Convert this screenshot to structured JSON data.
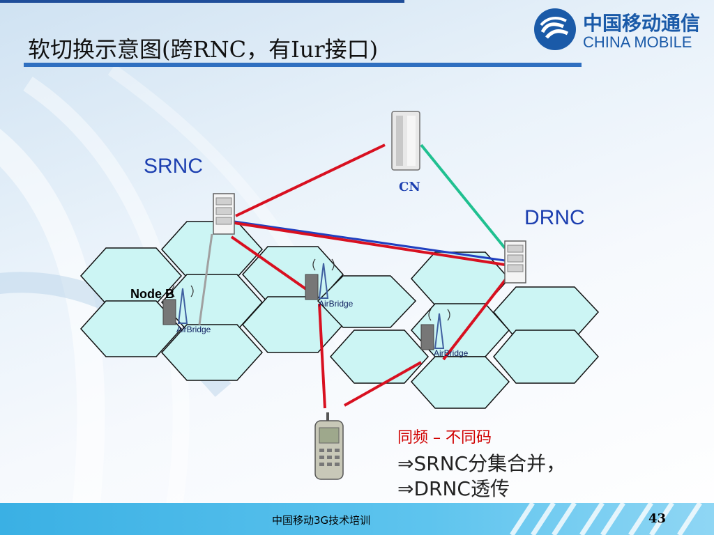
{
  "slide": {
    "title": "软切换示意图(跨RNC，有Iur接口)",
    "logo_cn": "中国移动通信",
    "logo_en": "CHINA MOBILE"
  },
  "diagram": {
    "srnc_label": "SRNC",
    "drnc_label": "DRNC",
    "cn_label": "CN",
    "nodeb_label": "Node B",
    "airbridge_labels": [
      "AirBridge",
      "AirBridge",
      "AirBridge"
    ]
  },
  "notes": {
    "line1": "同频 – 不同码",
    "line2": "⇒SRNC分集合并，",
    "line3": "⇒DRNC透传"
  },
  "footer": {
    "text": "中国移动3G技术培训",
    "page_number": "43"
  },
  "colors": {
    "title_rule": "#2f6fc0",
    "cell_fill": "#ccf5f4",
    "link_red": "#d81020",
    "link_green": "#20c090",
    "link_blue": "#2040c0",
    "label_blue": "#1c3fb0"
  }
}
